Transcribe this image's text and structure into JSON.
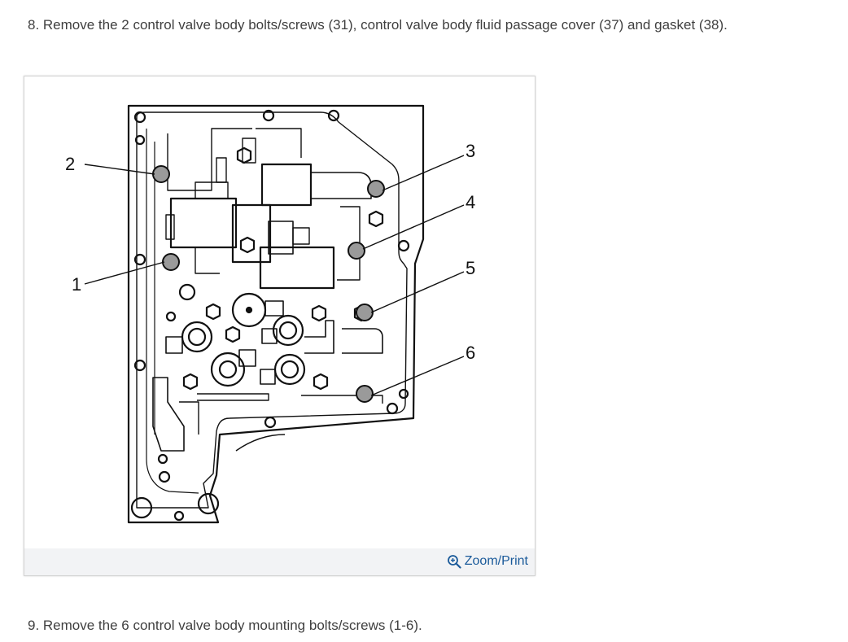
{
  "steps": {
    "step8": "8. Remove the 2 control valve body bolts/screws (31), control valve body fluid passage cover (37) and gasket (38).",
    "step9": "9. Remove the 6 control valve body mounting bolts/screws (1-6)."
  },
  "figure": {
    "callouts": [
      "1",
      "2",
      "3",
      "4",
      "5",
      "6"
    ],
    "zoom_label": "Zoom/Print",
    "zoom_icon": "magnifier-plus-icon",
    "link_color": "#1a5a9a"
  }
}
